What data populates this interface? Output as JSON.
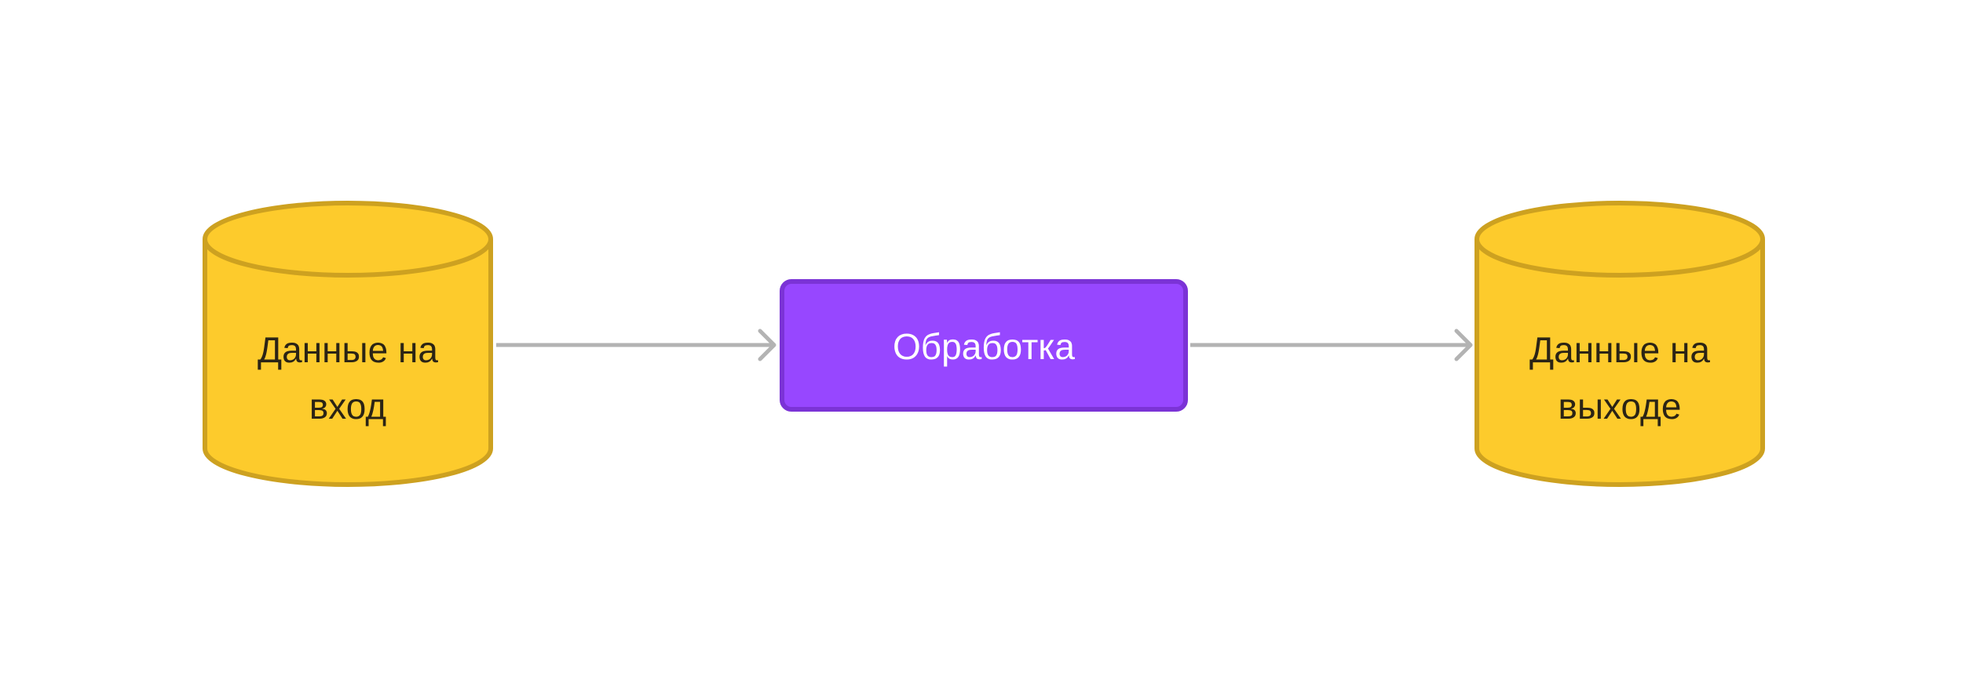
{
  "nodes": {
    "input": {
      "label_line1": "Данные на",
      "label_line2": "вход",
      "shape": "cylinder",
      "fill": "#FDCB2C",
      "stroke": "#CDA120",
      "text_color": "#2B2415"
    },
    "process": {
      "label": "Обработка",
      "shape": "rounded-rectangle",
      "fill": "#9747FF",
      "stroke": "#7B33D6",
      "text_color": "#FFFFFF"
    },
    "output": {
      "label_line1": "Данные на",
      "label_line2": "выходе",
      "shape": "cylinder",
      "fill": "#FDCB2C",
      "stroke": "#CDA120",
      "text_color": "#2B2415"
    }
  },
  "edges": [
    {
      "from": "input",
      "to": "process",
      "color": "#B3B3B3"
    },
    {
      "from": "process",
      "to": "output",
      "color": "#B3B3B3"
    }
  ]
}
